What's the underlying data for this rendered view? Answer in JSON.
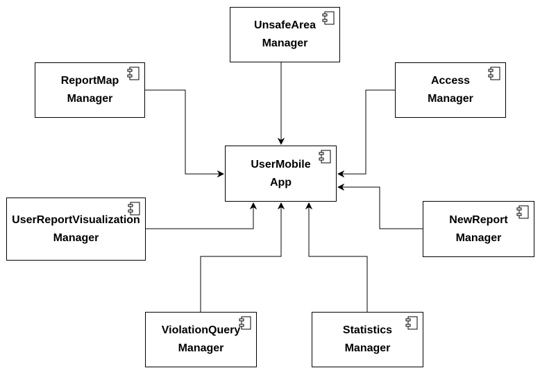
{
  "diagram": {
    "center": {
      "line1": "UserMobile",
      "line2": "App"
    },
    "components": {
      "unsafe_area": {
        "line1": "UnsafeArea",
        "line2": "Manager"
      },
      "report_map": {
        "line1": "ReportMap",
        "line2": "Manager"
      },
      "access": {
        "line1": "Access",
        "line2": "Manager"
      },
      "user_report_visualization": {
        "line1": "UserReportVisualization",
        "line2": "Manager"
      },
      "new_report": {
        "line1": "NewReport",
        "line2": "Manager"
      },
      "violation_query": {
        "line1": "ViolationQuery",
        "line2": "Manager"
      },
      "statistics": {
        "line1": "Statistics",
        "line2": "Manager"
      }
    },
    "icon": "uml-component-icon",
    "colors": {
      "stroke": "#000000",
      "fill": "#ffffff"
    }
  }
}
